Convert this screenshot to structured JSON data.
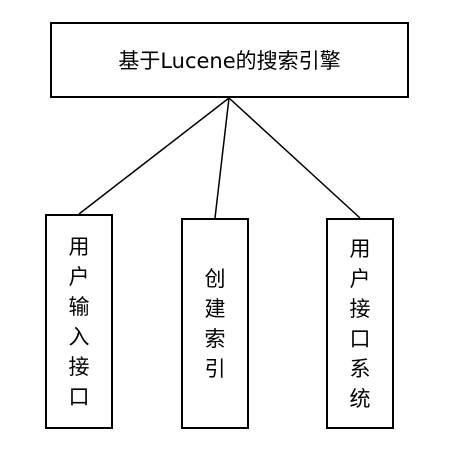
{
  "root": {
    "label": "基于Lucene的搜索引擎"
  },
  "children": [
    {
      "label": "用户输入接口"
    },
    {
      "label": "创建索引"
    },
    {
      "label": "用户接口系统"
    }
  ]
}
